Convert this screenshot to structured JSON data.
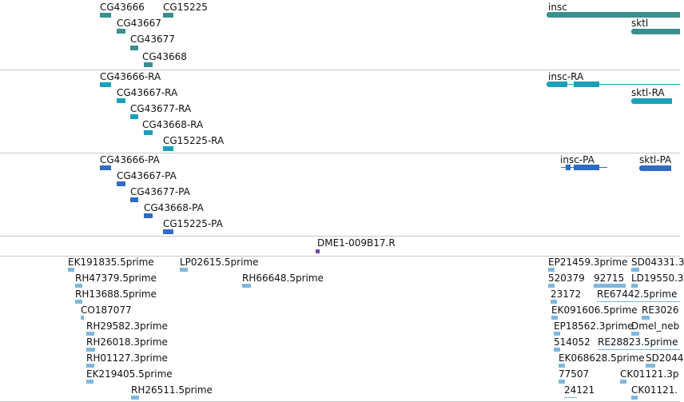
{
  "colors": {
    "gene": "#3a8f8f",
    "gene_fill": "#3a8f8f",
    "rna": "#1aa0b8",
    "protein": "#2f6bc8",
    "est": "#7fb7dc",
    "clone": "#6a4aa8",
    "divider": "#c8c8c8"
  },
  "gene_track": {
    "labels": [
      "CG43666",
      "CG15225",
      "CG43667",
      "CG43677",
      "CG43668",
      "insc",
      "sktl"
    ]
  },
  "rna_track": {
    "labels": [
      "CG43666-RA",
      "CG43667-RA",
      "CG43677-RA",
      "CG43668-RA",
      "CG15225-RA",
      "insc-RA",
      "sktl-RA"
    ]
  },
  "protein_track": {
    "labels": [
      "CG43666-PA",
      "CG43667-PA",
      "CG43677-PA",
      "CG43668-PA",
      "CG15225-PA",
      "insc-PA",
      "sktl-PA"
    ]
  },
  "clone_track": {
    "labels": [
      "DME1-009B17.R"
    ]
  },
  "est_track": {
    "labels": [
      "EK191835.5prime",
      "LP02615.5prime",
      "RH47379.5prime",
      "RH66648.5prime",
      "RH13688.5prime",
      "CO187077",
      "RH29582.3prime",
      "RH26018.3prime",
      "RH01127.3prime",
      "EK219405.5prime",
      "RH26511.5prime",
      "EP21459.3prime",
      "SD04331.3",
      "520379",
      "92715",
      "LD19550.3",
      "23172",
      "RE67442.5prime",
      "EK091606.5prime",
      "RE3026",
      "EP18562.3prime",
      "Dmel_neb",
      "514052",
      "RE28823.5prime",
      "EK068628.5prime",
      "SD2044",
      "77507",
      "CK01121.3p",
      "24121",
      "CK01121."
    ]
  }
}
